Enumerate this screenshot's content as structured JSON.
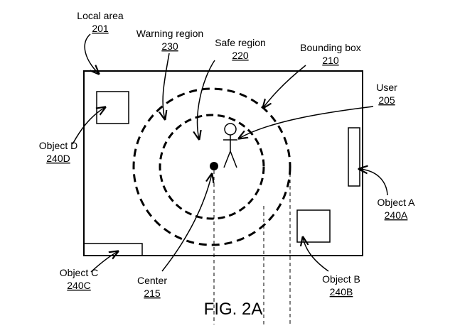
{
  "figure": {
    "caption": "FIG. 2A"
  },
  "labels": {
    "local_area": {
      "name": "Local area",
      "ref": "201"
    },
    "warning_region": {
      "name": "Warning region",
      "ref": "230"
    },
    "safe_region": {
      "name": "Safe region",
      "ref": "220"
    },
    "bounding_box": {
      "name": "Bounding box",
      "ref": "210"
    },
    "user": {
      "name": "User",
      "ref": "205"
    },
    "object_d": {
      "name": "Object D",
      "ref": "240D"
    },
    "object_a": {
      "name": "Object A",
      "ref": "240A"
    },
    "object_b": {
      "name": "Object B",
      "ref": "240B"
    },
    "object_c": {
      "name": "Object C",
      "ref": "240C"
    },
    "center": {
      "name": "Center",
      "ref": "215"
    }
  },
  "colors": {
    "ink": "#000000",
    "background": "#ffffff"
  }
}
